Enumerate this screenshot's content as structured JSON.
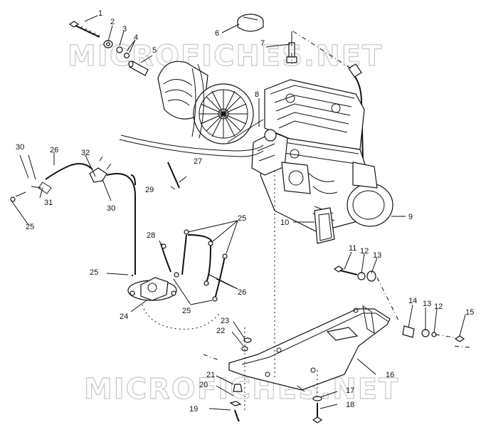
{
  "watermarks": [
    "MICROFICHES.NET",
    "MICROFICHES.NET"
  ],
  "callouts": {
    "c1": "1",
    "c2": "2",
    "c3": "3",
    "c4": "4",
    "c5": "5",
    "c6": "6",
    "c7": "7",
    "c8": "8",
    "c9": "9",
    "c10": "10",
    "c11": "11",
    "c12a": "12",
    "c12b": "12",
    "c13a": "13",
    "c13b": "13",
    "c14": "14",
    "c15": "15",
    "c16": "16",
    "c17": "17",
    "c18": "18",
    "c19": "19",
    "c20": "20",
    "c21": "21",
    "c22": "22",
    "c23": "23",
    "c24": "24",
    "c25a": "25",
    "c25b": "25",
    "c25c": "25",
    "c25d": "25",
    "c26a": "26",
    "c26b": "26",
    "c27": "27",
    "c28": "28",
    "c29": "29",
    "c30a": "30",
    "c30b": "30",
    "c31": "31",
    "c32": "32"
  }
}
